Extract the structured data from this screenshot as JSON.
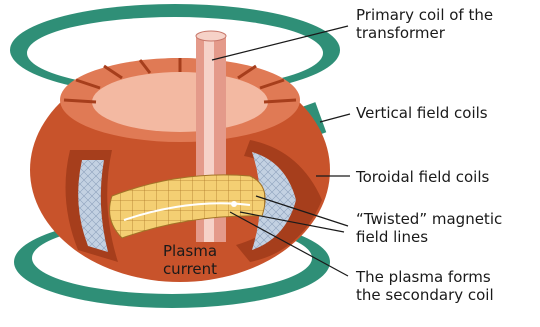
{
  "labels": {
    "primary_coil_line1": "Primary coil of the",
    "primary_coil_line2": "transformer",
    "vertical_field_coils": "Vertical field coils",
    "toroidal_field_coils": "Toroidal field coils",
    "twisted_line1": "“Twisted” magnetic",
    "twisted_line2": "field lines",
    "plasma_forms_line1": "The plasma forms",
    "plasma_forms_line2": "the secondary coil",
    "plasma_current_line1": "Plasma",
    "plasma_current_line2": "current"
  },
  "colors": {
    "vertical_coil_green": "#2f8f77",
    "toroidal_coil_orange": "#c8532b",
    "central_solenoid_pink": "#e49a8a",
    "vessel_blue": "#b9c8dc",
    "plasma_yellow": "#f2c96a"
  }
}
